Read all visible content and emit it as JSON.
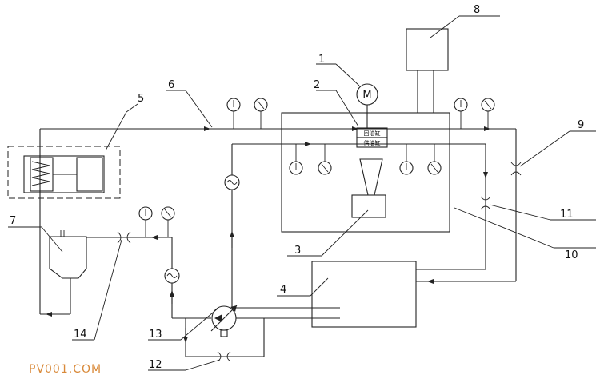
{
  "labels": {
    "n1": "1",
    "n2": "2",
    "n3": "3",
    "n4": "4",
    "n5": "5",
    "n6": "6",
    "n7": "7",
    "n8": "8",
    "n9": "9",
    "n10": "10",
    "n11": "11",
    "n12": "12",
    "n13": "13",
    "n14": "14"
  },
  "motor_symbol": "M",
  "valve_top": "回油缸",
  "valve_bottom": "供油缸",
  "watermark": "PV001.COM",
  "colors": {
    "line": "#222222",
    "watermark": "#d98a3a"
  }
}
